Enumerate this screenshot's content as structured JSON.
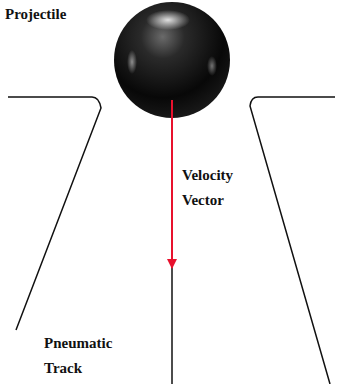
{
  "diagram": {
    "labels": [
      "Projectile",
      "Velocity Vector",
      "Pneumatic Track"
    ]
  }
}
